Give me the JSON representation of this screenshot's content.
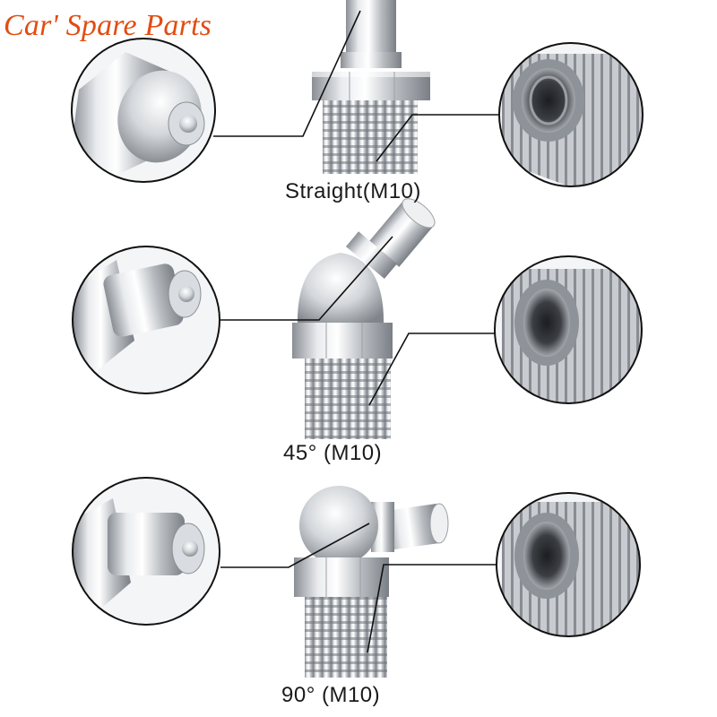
{
  "watermark": {
    "text": "Car' Spare Parts",
    "color": "#e24d12"
  },
  "variants": [
    {
      "caption": "Straight(M10)"
    },
    {
      "caption": "45° (M10)"
    },
    {
      "caption": "90° (M10)"
    }
  ],
  "colors": {
    "background": "#ffffff",
    "metal_light": "#f2f3f5",
    "metal_mid": "#c4c7cc",
    "metal_dark": "#7d8288",
    "outline": "#111111"
  }
}
